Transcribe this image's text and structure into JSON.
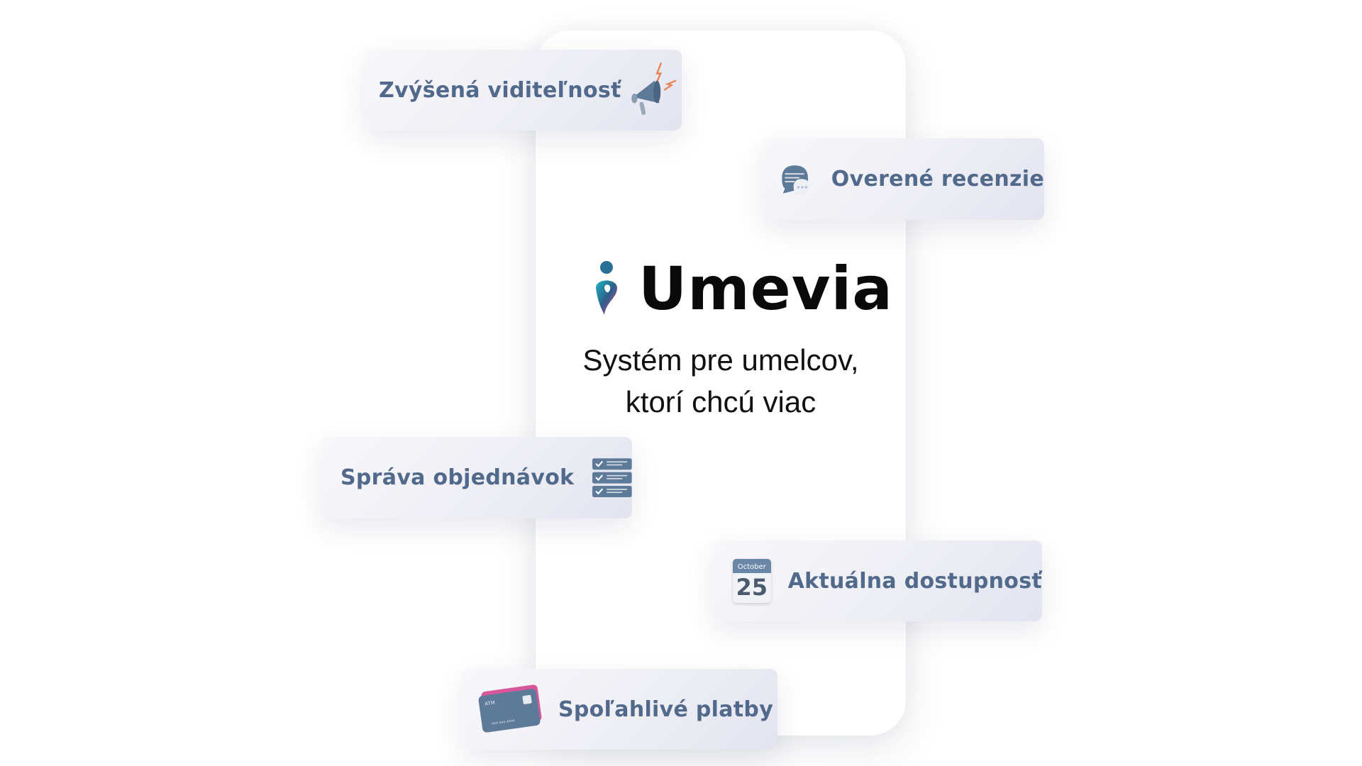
{
  "brand": {
    "name": "Umevia",
    "tagline_line1": "Systém pre umelcov,",
    "tagline_line2": "ktorí chcú viac"
  },
  "features": [
    {
      "label": "Zvýšená viditeľnosť",
      "icon": "megaphone-icon"
    },
    {
      "label": "Overené recenzie",
      "icon": "review-chat-icon"
    },
    {
      "label": "Správa objednávok",
      "icon": "checklist-icon"
    },
    {
      "label": "Aktuálna dostupnosť",
      "icon": "calendar-icon"
    },
    {
      "label": "Spoľahlivé platby",
      "icon": "credit-card-icon"
    }
  ],
  "calendar": {
    "month": "October",
    "day": "25"
  },
  "card_icon": {
    "atm": "ATM",
    "number": "xxx xxx xxxx"
  },
  "colors": {
    "text": "#51698a",
    "icon": "#5d7a99",
    "accent": "#e8875a"
  }
}
